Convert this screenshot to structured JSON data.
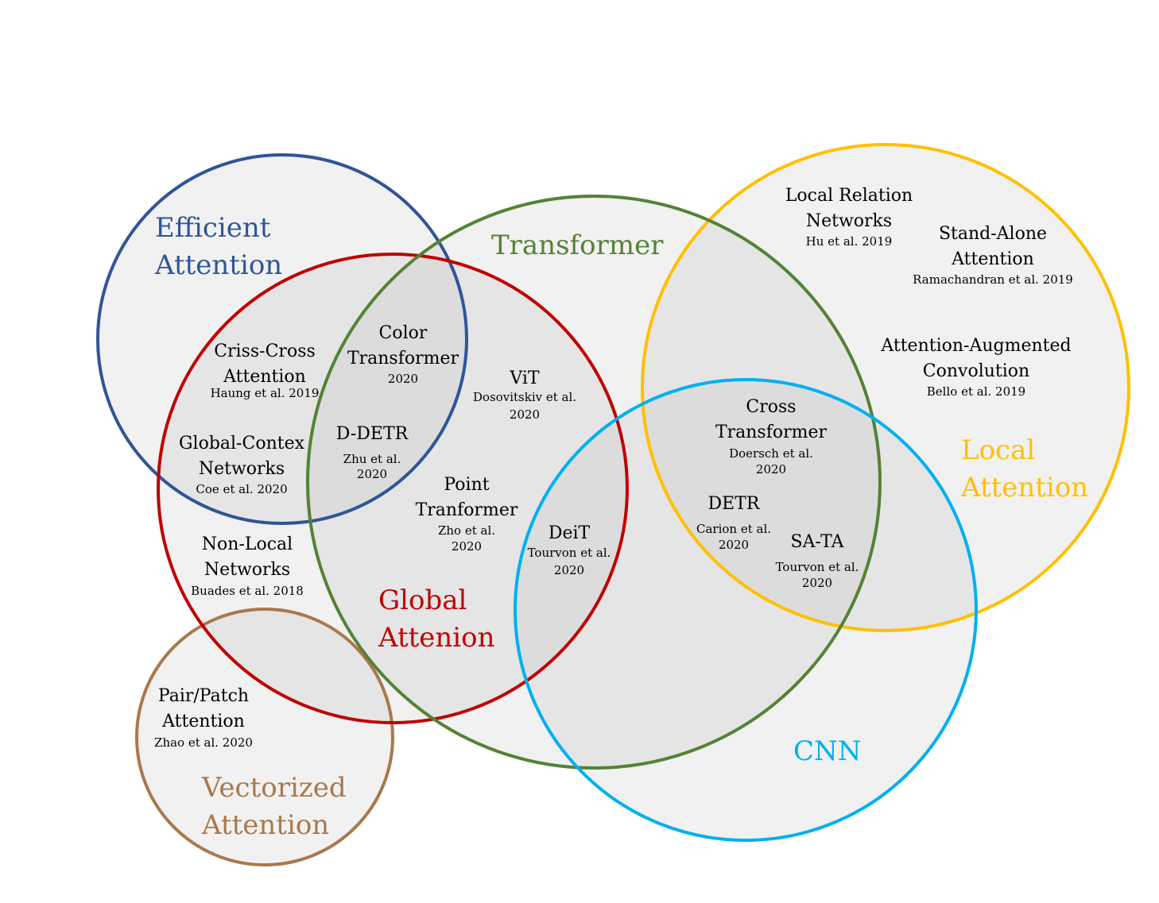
{
  "sets": [
    {
      "id": "efficient",
      "label_lines": [
        "Efficient",
        "Attention"
      ],
      "color": "#2F5597"
    },
    {
      "id": "transformer",
      "label_lines": [
        "Transformer"
      ],
      "color": "#548235"
    },
    {
      "id": "global",
      "label_lines": [
        "Global",
        "Attenion"
      ],
      "color": "#C00000"
    },
    {
      "id": "local",
      "label_lines": [
        "Local",
        "Attention"
      ],
      "color": "#FFC000"
    },
    {
      "id": "cnn",
      "label_lines": [
        "CNN"
      ],
      "color": "#00B0F0"
    },
    {
      "id": "vectorized",
      "label_lines": [
        "Vectorized",
        "Attention"
      ],
      "color": "#A9784B"
    }
  ],
  "items": [
    {
      "id": "criss-cross",
      "name_lines": [
        "Criss-Cross",
        "Attention"
      ],
      "cite_lines": [
        "Haung et al. 2019"
      ]
    },
    {
      "id": "color-transformer",
      "name_lines": [
        "Color",
        "Transformer"
      ],
      "cite_lines": [
        "2020"
      ]
    },
    {
      "id": "vit",
      "name_lines": [
        "ViT"
      ],
      "cite_lines": [
        "Dosovitskiv  et al.",
        "2020"
      ]
    },
    {
      "id": "global-context",
      "name_lines": [
        "Global-Contex",
        "Networks"
      ],
      "cite_lines": [
        "Coe et al. 2020"
      ]
    },
    {
      "id": "d-detr",
      "name_lines": [
        "D-DETR"
      ],
      "cite_lines": [
        "Zhu et al.",
        "2020"
      ]
    },
    {
      "id": "point-transformer",
      "name_lines": [
        "Point",
        "Tranformer"
      ],
      "cite_lines": [
        "Zho et al.",
        "2020"
      ]
    },
    {
      "id": "non-local",
      "name_lines": [
        "Non-Local",
        "Networks"
      ],
      "cite_lines": [
        "Buades et al. 2018"
      ]
    },
    {
      "id": "deit",
      "name_lines": [
        "DeiT"
      ],
      "cite_lines": [
        "Tourvon et al.",
        "2020"
      ]
    },
    {
      "id": "pair-patch",
      "name_lines": [
        "Pair/Patch",
        "Attention"
      ],
      "cite_lines": [
        "Zhao et al. 2020"
      ]
    },
    {
      "id": "local-relation",
      "name_lines": [
        "Local Relation",
        "Networks"
      ],
      "cite_lines": [
        "Hu et al. 2019"
      ]
    },
    {
      "id": "stand-alone",
      "name_lines": [
        "Stand-Alone",
        "Attention"
      ],
      "cite_lines": [
        "Ramachandran et al. 2019"
      ]
    },
    {
      "id": "attention-augmented",
      "name_lines": [
        "Attention-Augmented",
        "Convolution"
      ],
      "cite_lines": [
        "Bello et al. 2019"
      ]
    },
    {
      "id": "cross-transformer",
      "name_lines": [
        "Cross",
        "Transformer"
      ],
      "cite_lines": [
        "Doersch et al.",
        "2020"
      ]
    },
    {
      "id": "detr",
      "name_lines": [
        "DETR"
      ],
      "cite_lines": [
        "Carion et al.",
        "2020"
      ]
    },
    {
      "id": "sa-ta",
      "name_lines": [
        "SA-TA"
      ],
      "cite_lines": [
        "Tourvon et al.",
        "2020"
      ]
    }
  ]
}
